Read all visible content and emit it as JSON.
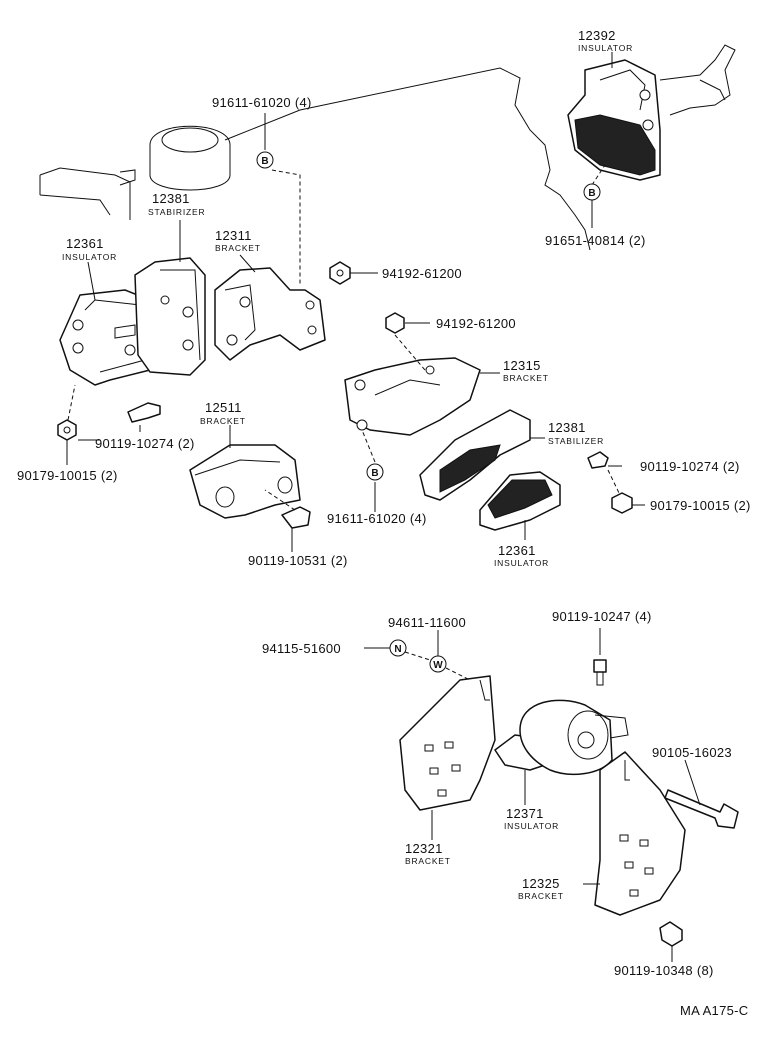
{
  "labels": {
    "p_91611_61020_top": "91611-61020 (4)",
    "p_12392": "12392",
    "n_12392": "INSULATOR",
    "p_91651_40814": "91651-40814 (2)",
    "p_12381_a": "12381",
    "n_12381_a": "STABIRIZER",
    "p_12311": "12311",
    "n_12311": "BRACKET",
    "p_12361_a": "12361",
    "n_12361_a": "INSULATOR",
    "p_94192_61200_a": "94192-61200",
    "p_94192_61200_b": "94192-61200",
    "p_12315": "12315",
    "n_12315": "BRACKET",
    "p_12381_b": "12381",
    "n_12381_b": "STABILIZER",
    "p_90119_10274_a": "90119-10274 (2)",
    "p_90179_10015_a": "90179-10015 (2)",
    "p_12511": "12511",
    "n_12511": "BRACKET",
    "p_90119_10274_b": "90119-10274 (2)",
    "p_90179_10015_b": "90179-10015 (2)",
    "p_91611_61020_mid": "91611-61020 (4)",
    "p_90119_10531": "90119-10531 (2)",
    "p_12361_b": "12361",
    "n_12361_b": "INSULATOR",
    "p_94611_11600": "94611-11600",
    "p_90119_10247": "90119-10247 (4)",
    "p_94115_51600": "94115-51600",
    "p_90105_16023": "90105-16023",
    "p_12371": "12371",
    "n_12371": "INSULATOR",
    "p_12321": "12321",
    "n_12321": "BRACKET",
    "p_12325": "12325",
    "n_12325": "BRACKET",
    "p_90119_10348": "90119-10348 (8)",
    "fig_code": "MA A175-C"
  },
  "markers": {
    "b": "B",
    "n": "N",
    "w": "W"
  }
}
